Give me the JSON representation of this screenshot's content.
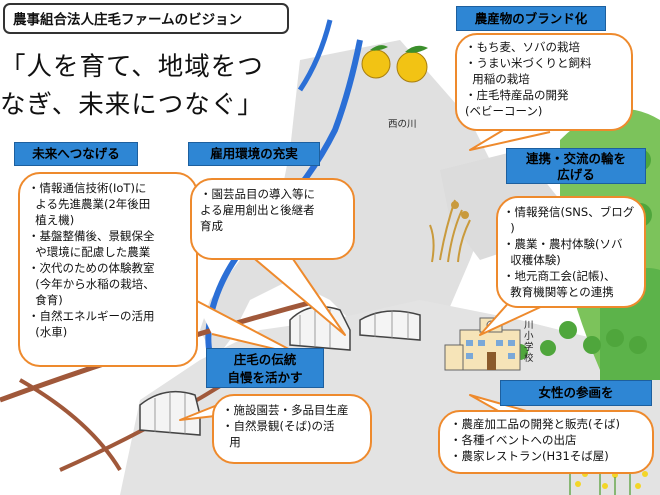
{
  "title": "農事組合法人庄毛ファームのビジョン",
  "slogan": {
    "line1": "「人を育て、地域をつ",
    "line2": "なぎ、未来につなぐ」"
  },
  "map_labels": {
    "river": "西の川",
    "school_vertical": "川\n小\n学\n校"
  },
  "sections": {
    "future": {
      "header": "未来へつなげる",
      "items": [
        "・情報通信技術(IoT)に\n  よる先進農業(2年後田\n  植え機)",
        "・基盤整備後、景観保全\n  や環境に配慮した農業",
        "・次代のための体験教室\n  (今年から水稲の栽培、\n  食育)",
        "・自然エネルギーの活用\n  (水車)"
      ]
    },
    "employment": {
      "header": "雇用環境の充実",
      "items": [
        "・園芸品目の導入等に\nよる雇用創出と後継者\n育成"
      ]
    },
    "brand": {
      "header": "農産物のブランド化",
      "items": [
        "・もち麦、ソバの栽培",
        "・うまい米づくりと飼料\n  用稲の栽培",
        "・庄毛特産品の開発\n(ベビーコーン)"
      ]
    },
    "cooperation": {
      "header_line1": "連携・交流の輪を",
      "header_line2": "広げる",
      "items": [
        "・情報発信(SNS、ブログ\n  )",
        "・農業・農村体験(ソバ\n  収穫体験)",
        "・地元商工会(記帳)、\n  教育機関等との連携"
      ]
    },
    "tradition": {
      "header_line1": "庄毛の伝統",
      "header_line2": "自慢を活かす",
      "items": [
        "・施設園芸・多品目生産",
        "・自然景観(そば)の活\n  用"
      ]
    },
    "women": {
      "header": "女性の参画を",
      "items": [
        "・農産加工品の開発と販売(そば)",
        "・各種イベントへの出店",
        "・農家レストラン(H31そば屋)"
      ]
    }
  },
  "icons": [
    "yuzu-fruit-icon",
    "rice-plant-icon",
    "greenhouse-icon",
    "school-building-icon",
    "tree-icon",
    "rapeseed-flower-icon"
  ],
  "colors": {
    "header_blue": "#2e86d4",
    "callout_border": "#ee8a2d",
    "river_blue": "#2b6fd6",
    "road_brown": "#a0583a",
    "map_gray": "#d9d9d9",
    "tree_green": "#5cb34a"
  }
}
